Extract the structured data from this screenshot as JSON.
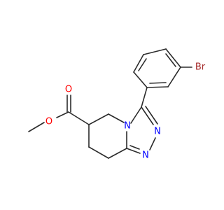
{
  "structure": {
    "atoms": {
      "br": {
        "symbol": "Br",
        "color": "#a52a2a"
      },
      "o_carbonyl": {
        "symbol": "O",
        "color": "#ff0000"
      },
      "o_ester": {
        "symbol": "O",
        "color": "#ff0000"
      },
      "n_ring": {
        "symbol": "N",
        "color": "#0000ff"
      },
      "n_triazole_1": {
        "symbol": "N",
        "color": "#0000ff"
      },
      "n_triazole_2": {
        "symbol": "N",
        "color": "#0000ff"
      }
    },
    "bond_color": "#2b2b2b"
  }
}
